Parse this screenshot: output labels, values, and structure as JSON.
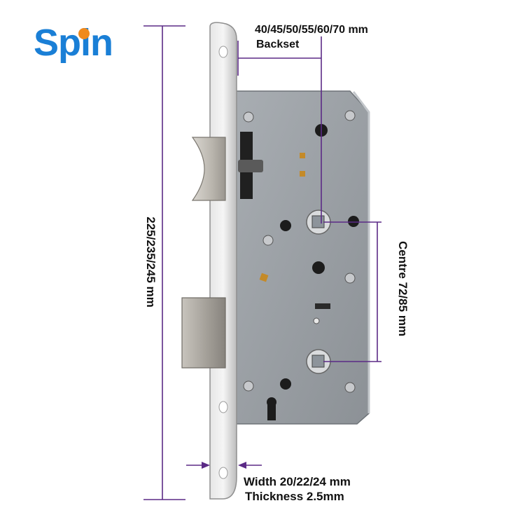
{
  "brand": {
    "logo_text_start": "S",
    "logo_text_end": "pin",
    "logo_color": "#1a7fd6",
    "logo_accent_color": "#f08a1c"
  },
  "dimensions": {
    "backset_values": "40/45/50/55/60/70 mm",
    "backset_label": "Backset",
    "height_label": "225/235/245 mm",
    "centre_label": "Centre  72/85 mm",
    "width_label": "Width 20/22/24 mm",
    "thickness_label": "Thickness 2.5mm",
    "line_color": "#5b2a86"
  },
  "product": {
    "faceplate_color": "#c9c9c9",
    "case_color": "#9aa0a6"
  }
}
